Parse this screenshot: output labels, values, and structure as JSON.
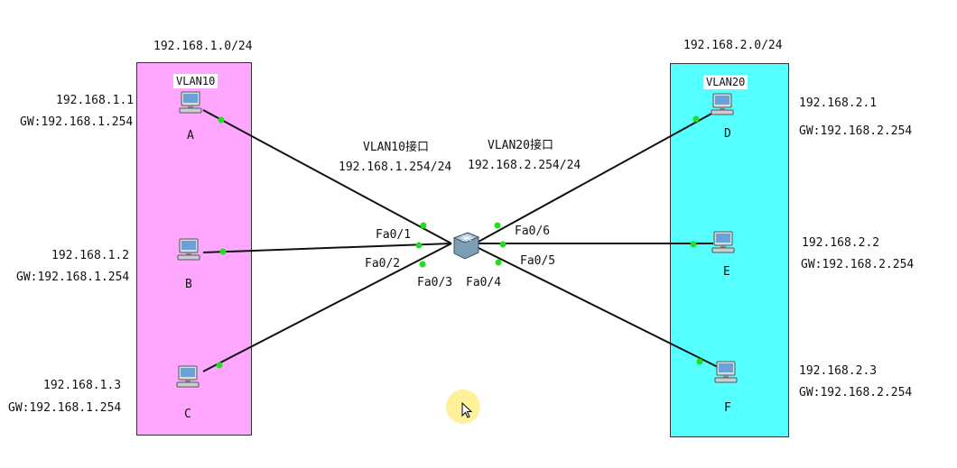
{
  "colors": {
    "vlan10_zone": "#ffa6ff",
    "vlan20_zone": "#55ffff",
    "link": "#111111",
    "link_up": "#22dd22",
    "pc_screen": "#6aa2d8",
    "switch": "#7d9db3"
  },
  "left": {
    "subnet": "192.168.1.0/24",
    "vlan": "VLAN10",
    "hosts": [
      {
        "name": "A",
        "ip": "192.168.1.1",
        "gw": "GW:192.168.1.254"
      },
      {
        "name": "B",
        "ip": "192.168.1.2",
        "gw": "GW:192.168.1.254"
      },
      {
        "name": "C",
        "ip": "192.168.1.3",
        "gw": "GW:192.168.1.254"
      }
    ]
  },
  "right": {
    "subnet": "192.168.2.0/24",
    "vlan": "VLAN20",
    "hosts": [
      {
        "name": "D",
        "ip": "192.168.2.1",
        "gw": "GW:192.168.2.254"
      },
      {
        "name": "E",
        "ip": "192.168.2.2",
        "gw": "GW:192.168.2.254"
      },
      {
        "name": "F",
        "ip": "192.168.2.3",
        "gw": "GW:192.168.2.254"
      }
    ]
  },
  "switch": {
    "icon": "multilayer-switch-icon",
    "vlan10_if": {
      "name": "VLAN10接口",
      "ip": "192.168.1.254/24"
    },
    "vlan20_if": {
      "name": "VLAN20接口",
      "ip": "192.168.2.254/24"
    },
    "ports": [
      "Fa0/1",
      "Fa0/2",
      "Fa0/3",
      "Fa0/4",
      "Fa0/5",
      "Fa0/6"
    ]
  },
  "cursor": {
    "icon": "mouse-pointer-icon"
  }
}
